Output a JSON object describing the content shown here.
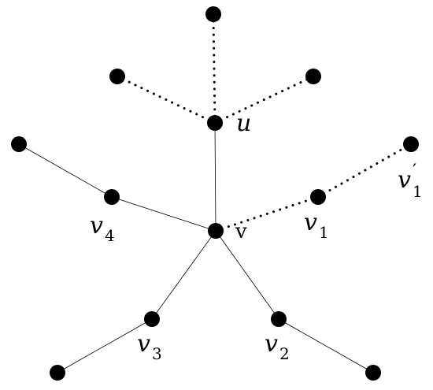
{
  "graph": {
    "labels": {
      "u": "u",
      "v": "v",
      "v1": "v",
      "v1_sub": "1",
      "v1p": "v",
      "v1p_prime": "′",
      "v1p_sub": "1",
      "v2": "v",
      "v2_sub": "2",
      "v3": "v",
      "v3_sub": "3",
      "v4": "v",
      "v4_sub": "4"
    },
    "edges": [
      {
        "from": "v",
        "to": "u",
        "style": "solid"
      },
      {
        "from": "v",
        "to": "v4",
        "style": "solid"
      },
      {
        "from": "v4",
        "to": "v4_outer",
        "style": "solid"
      },
      {
        "from": "v",
        "to": "v3",
        "style": "solid"
      },
      {
        "from": "v3",
        "to": "v3_outer",
        "style": "solid"
      },
      {
        "from": "v",
        "to": "v2",
        "style": "solid"
      },
      {
        "from": "v2",
        "to": "v2_outer",
        "style": "solid"
      },
      {
        "from": "v",
        "to": "v1",
        "style": "dotted"
      },
      {
        "from": "v1",
        "to": "v1p",
        "style": "dotted"
      },
      {
        "from": "u",
        "to": "u_top",
        "style": "dotted"
      },
      {
        "from": "u",
        "to": "u_left",
        "style": "dotted"
      },
      {
        "from": "u",
        "to": "u_right",
        "style": "dotted"
      }
    ]
  }
}
